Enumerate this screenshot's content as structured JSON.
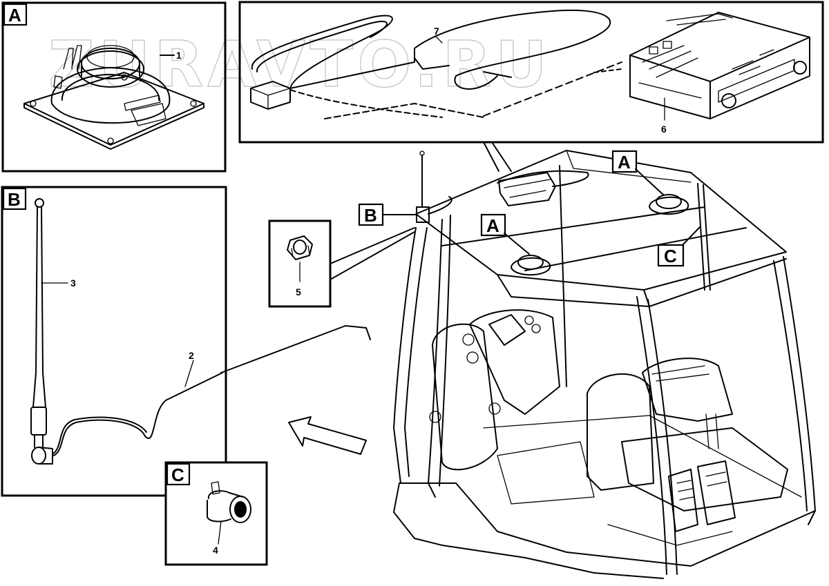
{
  "watermark": "ZURAVTO.RU",
  "panel_labels": {
    "a": "A",
    "b": "B",
    "c": "C"
  },
  "main_callouts": {
    "a_top": "A",
    "a_mid": "A",
    "b": "B",
    "c": "C"
  },
  "part_numbers": {
    "speaker": "1",
    "antenna_cable": "2",
    "antenna_rod": "3",
    "socket": "4",
    "nut": "5",
    "radio": "6",
    "harness": "7"
  },
  "colors": {
    "ink": "#000000",
    "watermark": "#c8c8c8",
    "background": "#ffffff"
  }
}
